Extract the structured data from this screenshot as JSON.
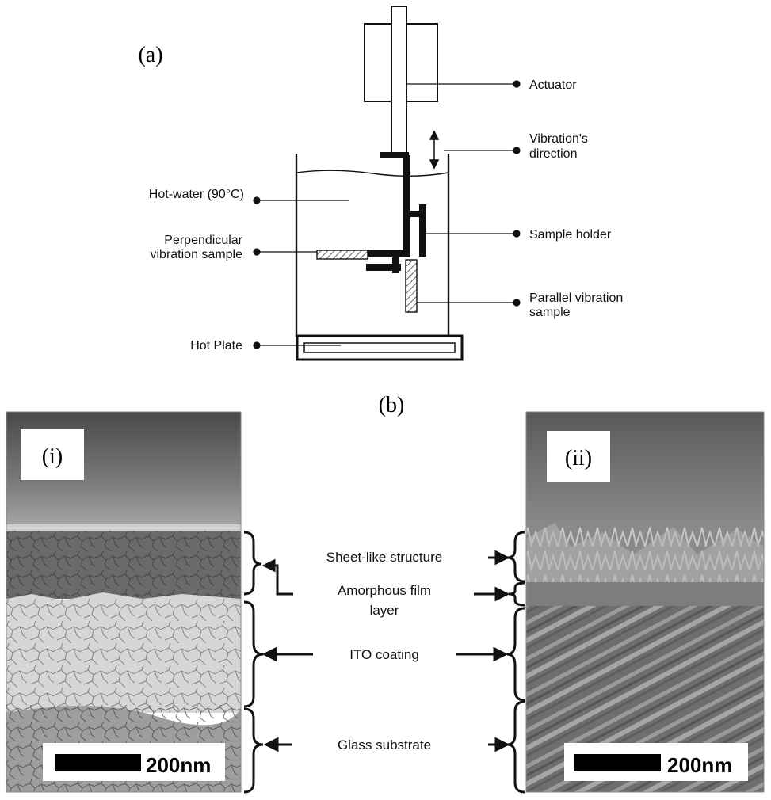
{
  "figure": {
    "panel_a": {
      "label": "(a)",
      "callouts": {
        "actuator": "Actuator",
        "vibration_direction": [
          "Vibration's",
          "direction"
        ],
        "hot_water": "Hot-water (90°C)",
        "sample_holder": "Sample holder",
        "perpendicular_sample": [
          "Perpendicular",
          "vibration sample"
        ],
        "parallel_sample": [
          "Parallel vibration",
          "sample"
        ],
        "hot_plate": "Hot Plate"
      }
    },
    "panel_b": {
      "label": "(b)",
      "image_i": {
        "label": "(i)",
        "scale_bar": "200nm"
      },
      "image_ii": {
        "label": "(ii)",
        "scale_bar": "200nm"
      },
      "layers": {
        "sheet_like": "Sheet-like structure",
        "amorphous": [
          "Amorphous film",
          "layer"
        ],
        "ito": "ITO coating",
        "glass": "Glass substrate"
      }
    }
  }
}
